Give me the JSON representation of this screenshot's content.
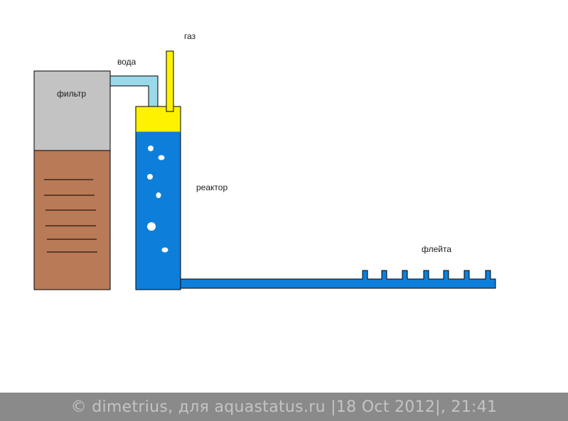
{
  "labels": {
    "filter": "фильтр",
    "water": "вода",
    "gas": "газ",
    "reactor": "реактор",
    "flute": "флейта"
  },
  "footer": {
    "text": "© dimetrius, для aquastatus.ru |18 Oct 2012|, 21:41"
  },
  "colors": {
    "filter_top": "#c3c3c3",
    "filter_bottom": "#b97a57",
    "water_pipe": "#99d9ea",
    "gas_zone": "#fff200",
    "water_blue": "#0d7fdb",
    "outline": "#000000",
    "footer_bg": "#8a8a8a"
  }
}
